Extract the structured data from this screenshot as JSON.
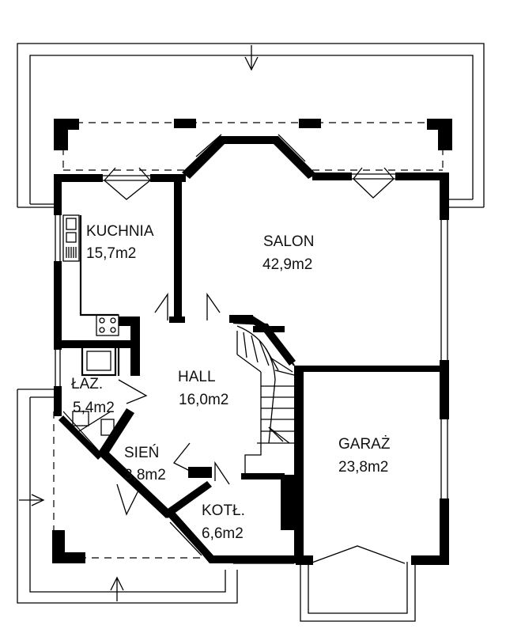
{
  "rooms": {
    "kuchnia": {
      "name": "KUCHNIA",
      "area": "15,7m2"
    },
    "salon": {
      "name": "SALON",
      "area": "42,9m2"
    },
    "hall": {
      "name": "HALL",
      "area": "16,0m2"
    },
    "lazienka": {
      "name": "ŁAZ.",
      "area": "5,4m2"
    },
    "sien": {
      "name": "SIEŃ",
      "area": "3,8m2"
    },
    "garaz": {
      "name": "GARAŻ",
      "area": "23,8m2"
    },
    "kotlownia": {
      "name": "KOTŁ.",
      "area": "6,6m2"
    }
  }
}
